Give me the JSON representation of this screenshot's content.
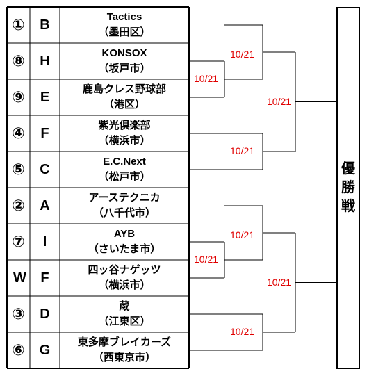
{
  "rows": [
    {
      "seed": "①",
      "group": "B",
      "name": "Tactics",
      "location": "（墨田区）",
      "wildcard": ""
    },
    {
      "seed": "⑧",
      "group": "H",
      "name": "KONSOX",
      "location": "（坂戸市）",
      "wildcard": ""
    },
    {
      "seed": "⑨",
      "group": "E",
      "name": "鹿島クレス野球部",
      "location": "（港区）",
      "wildcard": ""
    },
    {
      "seed": "④",
      "group": "F",
      "name": "紫光倶楽部",
      "location": "（横浜市）",
      "wildcard": ""
    },
    {
      "seed": "⑤",
      "group": "C",
      "name": "E.C.Next",
      "location": "（松戸市）",
      "wildcard": ""
    },
    {
      "seed": "②",
      "group": "A",
      "name": "アーステクニカ",
      "location": "（八千代市）",
      "wildcard": ""
    },
    {
      "seed": "⑦",
      "group": "I",
      "name": "AYB",
      "location": "（さいたま市）",
      "wildcard": ""
    },
    {
      "seed": "",
      "group": "F",
      "name": "四ッ谷ナゲッツ",
      "location": "（横浜市）",
      "wildcard": "W"
    },
    {
      "seed": "③",
      "group": "D",
      "name": "蔵",
      "location": "（江東区）",
      "wildcard": ""
    },
    {
      "seed": "⑥",
      "group": "G",
      "name": "東多摩ブレイカーズ",
      "location": "（西東京市）",
      "wildcard": ""
    }
  ],
  "matches": [
    {
      "id": "r1-a",
      "date": "10/21"
    },
    {
      "id": "r1-b",
      "date": "10/21"
    },
    {
      "id": "r1-c",
      "date": "10/21"
    },
    {
      "id": "r1-d",
      "date": "10/21"
    },
    {
      "id": "r1-e",
      "date": "10/21"
    },
    {
      "id": "r1-f",
      "date": "10/21"
    },
    {
      "id": "semi-top",
      "date": "10/21"
    },
    {
      "id": "semi-bottom",
      "date": "10/21"
    }
  ],
  "final": {
    "label_chars": [
      "優",
      "勝",
      "戦"
    ]
  }
}
